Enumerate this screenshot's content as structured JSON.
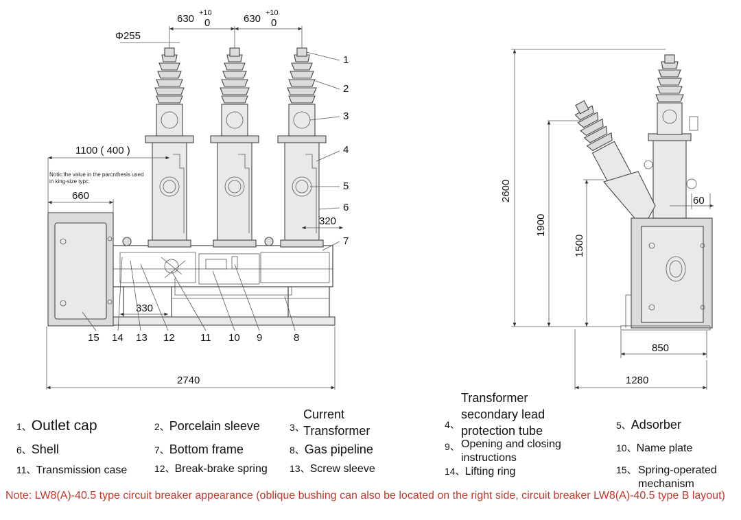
{
  "front_view": {
    "dims": {
      "d_phi255": "Φ255",
      "d_630a": "630",
      "d_630a_tol_upper": "+10",
      "d_630a_tol_lower": "0",
      "d_630b": "630",
      "d_630b_tol_upper": "+10",
      "d_630b_tol_lower": "0",
      "d_1100": "1100 ( 400 )",
      "d_660": "660",
      "d_320": "320",
      "d_330": "330",
      "d_2740": "2740"
    },
    "note": "Notic:the value in the parcnthesis used in king-size typc.",
    "callouts": [
      "1",
      "2",
      "3",
      "4",
      "5",
      "6",
      "7"
    ],
    "bottom_callouts": [
      "15",
      "14",
      "13",
      "12",
      "11",
      "10",
      "9",
      "8"
    ]
  },
  "side_view": {
    "dims": {
      "d_2600": "2600",
      "d_1900": "1900",
      "d_1500": "1500",
      "d_60": "60",
      "d_850": "850",
      "d_1280": "1280"
    }
  },
  "legend": {
    "i1": {
      "num": "1、",
      "text": "Outlet cap"
    },
    "i2": {
      "num": "2、",
      "text": "Porcelain sleeve"
    },
    "i3": {
      "num": "3、",
      "text": "Current Transformer"
    },
    "i4": {
      "num": "4、",
      "text": "Transformer secondary lead protection tube"
    },
    "i5": {
      "num": "5、",
      "text": "Adsorber"
    },
    "i6": {
      "num": "6、",
      "text": "Shell"
    },
    "i7": {
      "num": "7、",
      "text": "Bottom frame"
    },
    "i8": {
      "num": "8、",
      "text": "Gas pipeline"
    },
    "i9": {
      "num": "9、",
      "text": "Opening and closing instructions"
    },
    "i10": {
      "num": "10、",
      "text": "Name plate"
    },
    "i11": {
      "num": "11、",
      "text": "Transmission case"
    },
    "i12": {
      "num": "12、",
      "text": "Break-brake spring"
    },
    "i13": {
      "num": "13、",
      "text": "Screw sleeve"
    },
    "i14": {
      "num": "14、",
      "text": "Lifting ring"
    },
    "i15": {
      "num": "15、",
      "text": "Spring-operated mechanism"
    }
  },
  "note_text": "Note: LW8(A)-40.5 type circuit breaker appearance (oblique bushing can also be located on the right side, circuit breaker LW8(A)-40.5 type B layout)",
  "colors": {
    "note": "#c0392b",
    "line": "#444444"
  }
}
